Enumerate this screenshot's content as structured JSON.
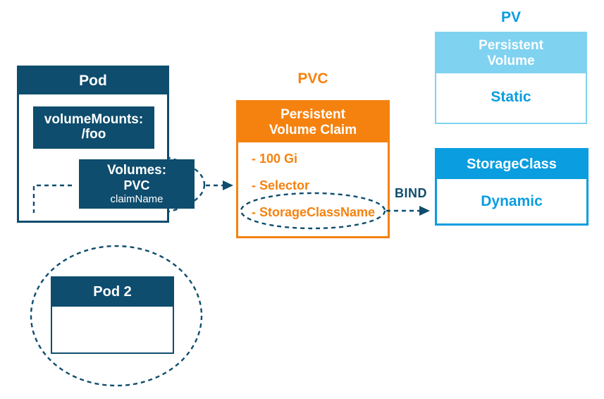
{
  "colors": {
    "navy": "#0E4D6E",
    "orange": "#F5820F",
    "blue": "#0A9DE0",
    "light_blue": "#7FD2F0"
  },
  "pod": {
    "title": "Pod",
    "volume_mounts_line1": "volumeMounts:",
    "volume_mounts_line2": "/foo",
    "volumes_line1": "Volumes:",
    "volumes_line2": "PVC",
    "volumes_line3": "claimName"
  },
  "pvc": {
    "label": "PVC",
    "title_line1": "Persistent",
    "title_line2": "Volume Claim",
    "items": [
      "- 100 Gi",
      "- Selector",
      "- StorageClassName"
    ]
  },
  "pv": {
    "label": "PV",
    "title_line1": "Persistent",
    "title_line2": "Volume",
    "body": "Static"
  },
  "storage_class": {
    "title": "StorageClass",
    "body": "Dynamic"
  },
  "bind": {
    "label": "BIND"
  },
  "pod2": {
    "title": "Pod 2"
  }
}
